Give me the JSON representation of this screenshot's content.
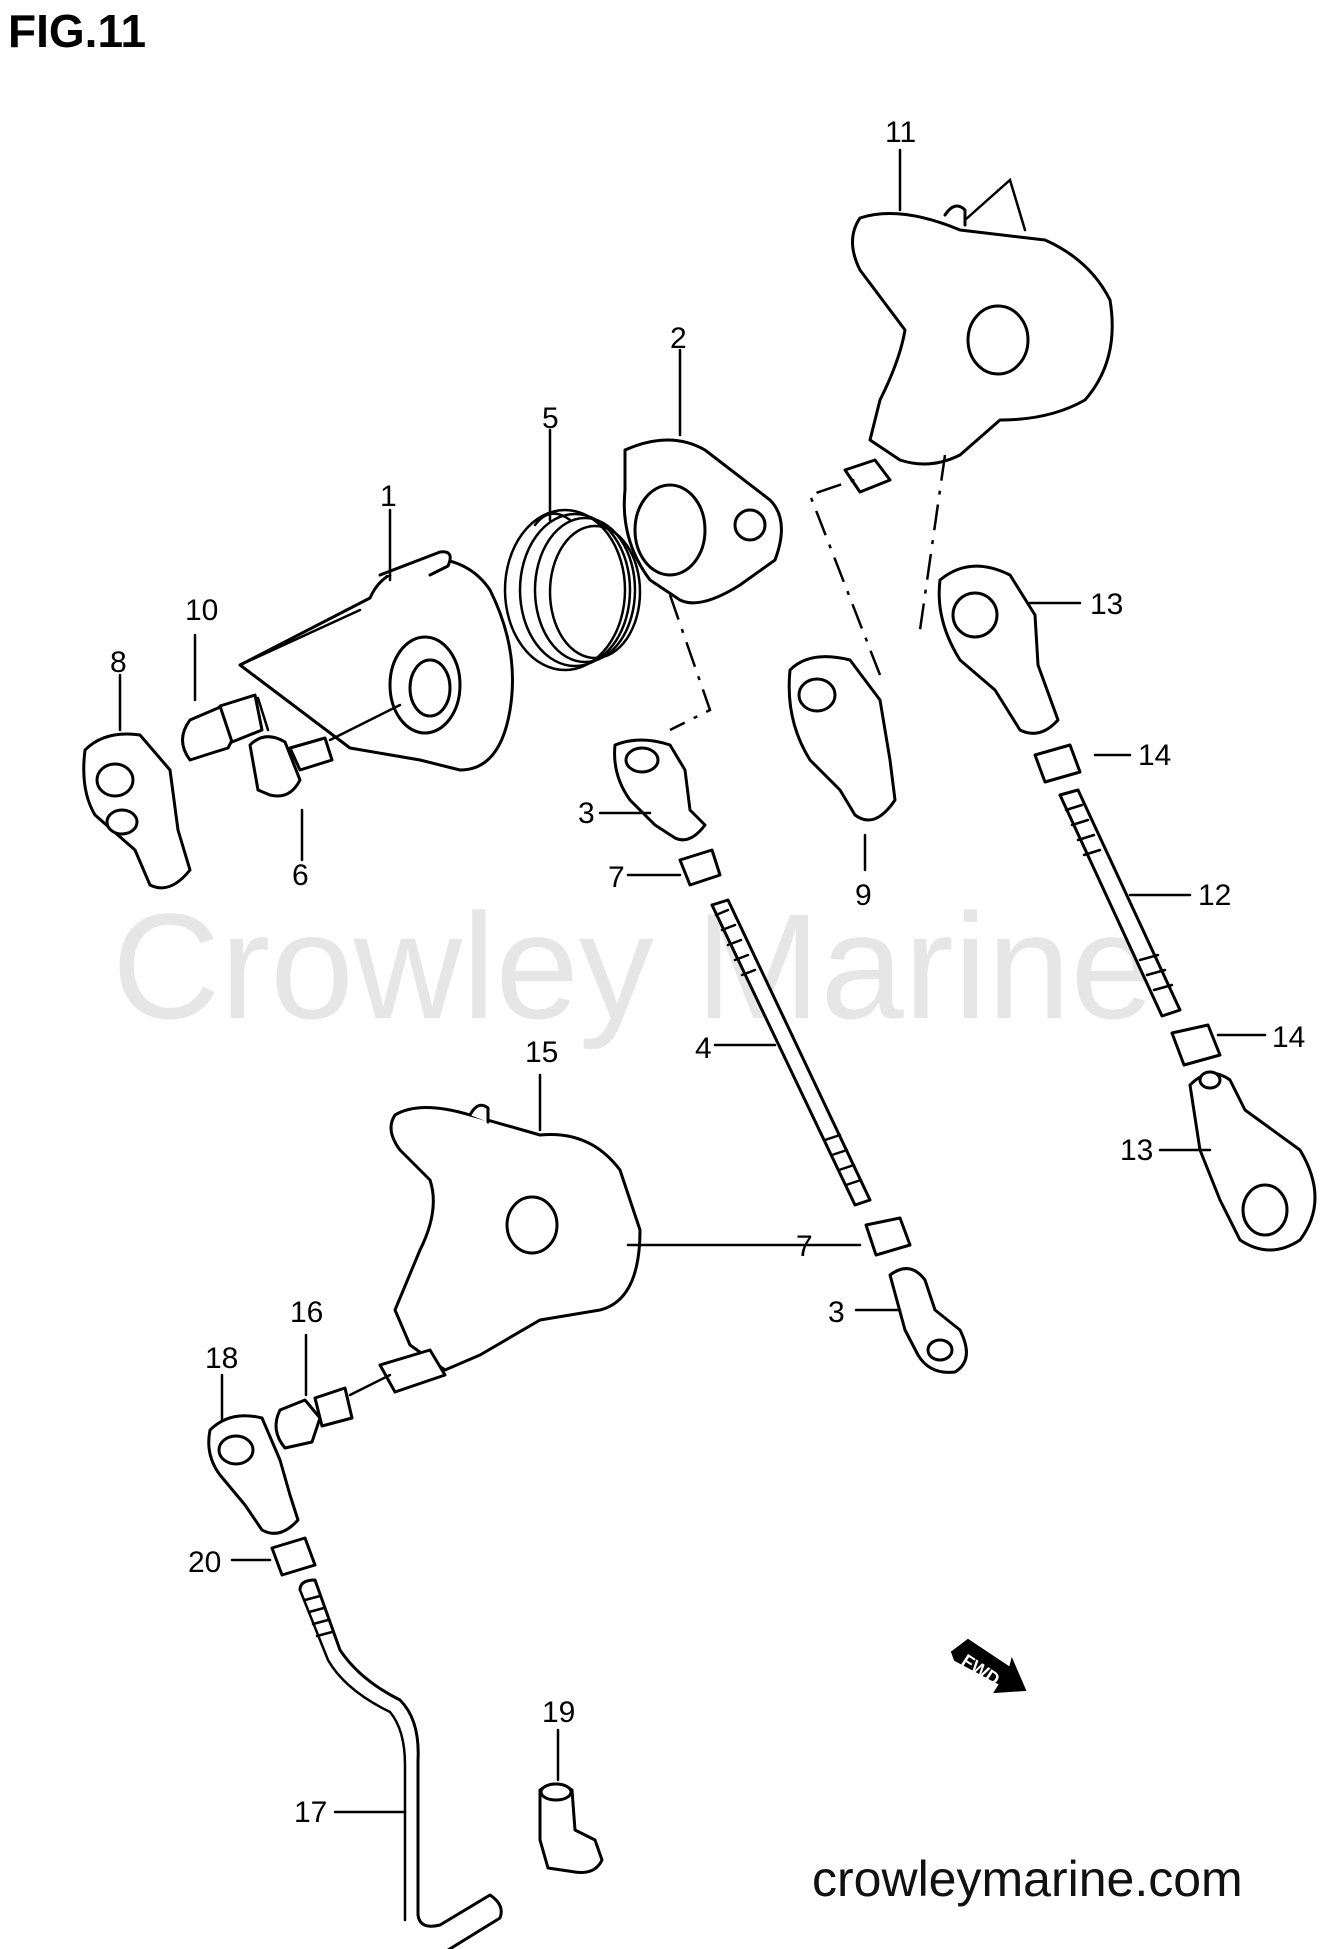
{
  "figure": {
    "title": "FIG.11"
  },
  "watermark": "Crowley Marine",
  "site": "crowleymarine.com",
  "fwd_label": "FWD",
  "callouts": [
    "1",
    "2",
    "3",
    "3",
    "4",
    "5",
    "6",
    "7",
    "7",
    "8",
    "9",
    "10",
    "11",
    "12",
    "13",
    "13",
    "14",
    "14",
    "15",
    "16",
    "17",
    "18",
    "19",
    "20"
  ]
}
